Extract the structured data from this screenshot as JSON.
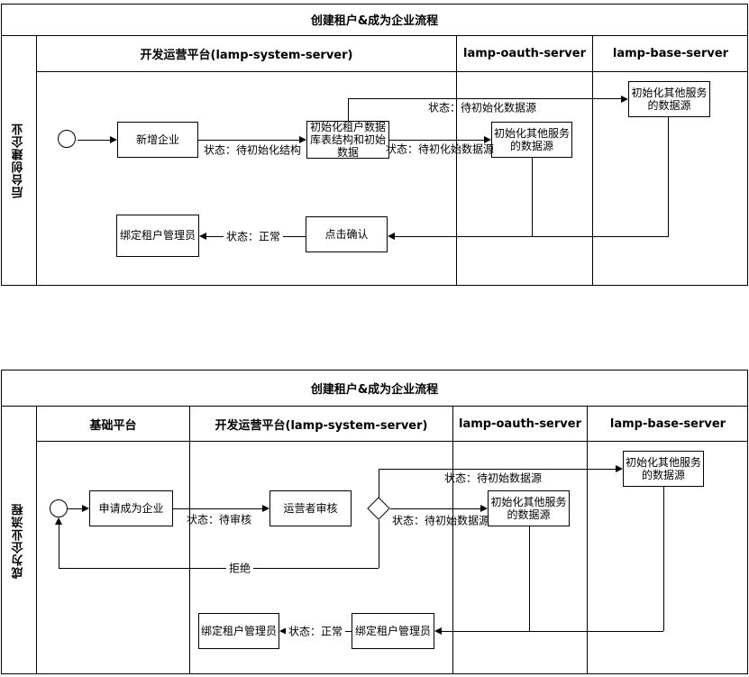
{
  "diagram1": {
    "title": "创建租户&成为企业流程",
    "lane_label": "后台创建企业",
    "columns": [
      "开发运营平台(lamp-system-server)",
      "lamp-oauth-server",
      "lamp-base-server"
    ],
    "nodes": {
      "add_enterprise": "新增企业",
      "init_tenant_db": "初始化租户数据库表结构和初始数据",
      "init_other_services_oauth": "初始化其他服务的数据源",
      "init_other_services_base": "初始化其他服务的数据源",
      "click_confirm": "点击确认",
      "bind_tenant_admin": "绑定租户管理员"
    },
    "edge_labels": {
      "wait_init_structure": "状态：待初始化结构",
      "wait_init_datasource": "状态：待初始化数据源",
      "wait_init_datasource_alt": "状态：待初化始数据源",
      "status_normal": "状态：正常"
    }
  },
  "diagram2": {
    "title": "创建租户&成为企业流程",
    "lane_label": "成为企业流程",
    "columns": [
      "基础平台",
      "开发运营平台(lamp-system-server)",
      "lamp-oauth-server",
      "lamp-base-server"
    ],
    "nodes": {
      "apply_enterprise": "申请成为企业",
      "operator_review": "运营者审核",
      "init_other_services_oauth": "初始化其他服务的数据源",
      "init_other_services_base": "初始化其他服务的数据源",
      "bind_tenant_admin_right": "绑定租户管理员",
      "bind_tenant_admin_left": "绑定租户管理员"
    },
    "edge_labels": {
      "wait_review": "状态：待审核",
      "wait_init_datasource_top": "状态：待初始数据源",
      "wait_init_datasource_mid": "状态：待初始数据源",
      "reject": "拒绝",
      "status_normal": "状态：正常"
    }
  }
}
